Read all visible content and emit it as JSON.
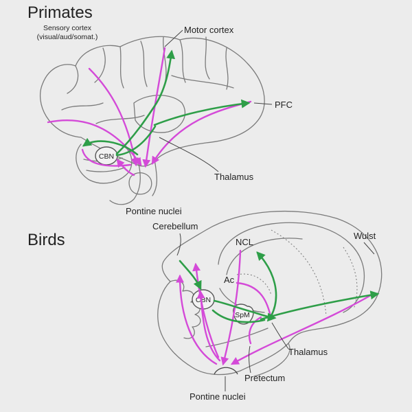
{
  "primates": {
    "title": "Primates",
    "sensory_cortex_line1": "Sensory cortex",
    "sensory_cortex_line2": "(visual/aud/somat.)",
    "motor_cortex": "Motor cortex",
    "pfc": "PFC",
    "cbn": "CBN",
    "thalamus": "Thalamus",
    "pontine_nuclei": "Pontine nuclei"
  },
  "birds": {
    "title": "Birds",
    "cerebellum": "Cerebellum",
    "ncl": "NCL",
    "wulst": "Wulst",
    "ac": "Ac",
    "cbn": "CBN",
    "spm": "SpM",
    "thalamus": "Thalamus",
    "pretectum": "Pretectum",
    "pontine_nuclei": "Pontine nuclei"
  },
  "colors": {
    "green_pathway": "#2e9e48",
    "magenta_pathway": "#d44ad8",
    "outline": "#7a7a7a",
    "background": "#ececec"
  }
}
